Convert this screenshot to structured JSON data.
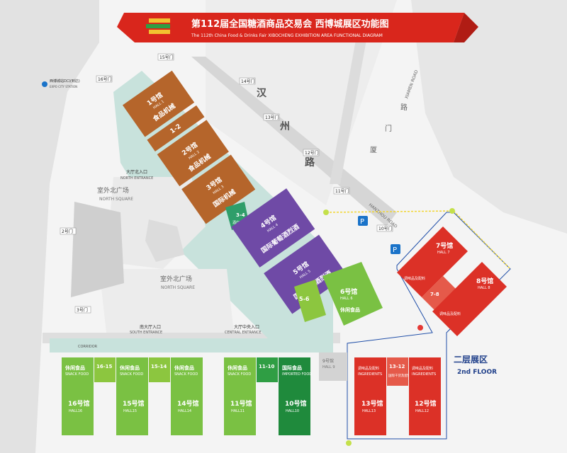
{
  "header": {
    "title_zh": "第112届全国糖酒商品交易会 西博城展区功能图",
    "title_en": "The 112th China Food & Drinks Fair XIBOCHENG EXHIBITION AREA FUNCTIONAL DIAGRAM"
  },
  "colors": {
    "banner": "#d9261c",
    "brown": "#b5652b",
    "purple": "#6f4aa6",
    "green": "#7ac143",
    "dark_green": "#1f8a3c",
    "red": "#dc3127",
    "road": "#d8d8d8",
    "plaza": "#c9e2dc"
  },
  "roads": {
    "hanzhou_zh": [
      "汉",
      "州",
      "路"
    ],
    "hanzhou_en": "HANZHOU ROAD",
    "xiamen_zh": [
      "厦",
      "门",
      "路"
    ],
    "xiamen_en": "XIAMEN ROAD"
  },
  "gates": [
    "15号门",
    "16号门",
    "14号门",
    "13号门",
    "12号门",
    "11号门",
    "10号门",
    "2号门",
    "3号门"
  ],
  "squares": {
    "north_zh": "室外北广场",
    "north_en": "NORTH SQUARE",
    "south_zh": "室外北广场",
    "south_en": "NORTH SQUARE"
  },
  "entrances": {
    "north_zh": "大厅北入口",
    "north_en": "NORTH ENTRANCE",
    "south_zh": "南大厅入口",
    "south_en": "SOUTH ENTRANCE",
    "central_zh": "大厅中央入口",
    "central_en": "CENTRAL ENTRANCE"
  },
  "corridor": "CORRIDOR",
  "station": {
    "name": "西博城站D口(到达)",
    "en": "EXPO CITY STATION"
  },
  "second_floor": {
    "zh": "二层展区",
    "en": "2nd FLOOR"
  },
  "halls": {
    "h1": {
      "zh": "1号馆",
      "en": "HALL 1",
      "cat": "食品机械"
    },
    "h12": {
      "zh": "1-2",
      "cat": "食品机械"
    },
    "h2": {
      "zh": "2号馆",
      "en": "HALL 2"
    },
    "h3": {
      "zh": "3号馆",
      "en": "HALL 3",
      "cat": "国际机械"
    },
    "h34": {
      "zh": "3-4",
      "cat": "酒店用品"
    },
    "h4": {
      "zh": "4号馆",
      "en": "HALL 4",
      "cat": "国际葡萄酒烈酒"
    },
    "h5": {
      "zh": "5号馆",
      "en": "HALL 5",
      "cat": "国际葡萄酒烈酒"
    },
    "h56": {
      "zh": "5-6"
    },
    "h6": {
      "zh": "6号馆",
      "en": "HALL 6",
      "cat": "休闲食品"
    },
    "h7": {
      "zh": "7号馆",
      "en": "HALL 7",
      "cat": "调味品及配料"
    },
    "h78": {
      "zh": "7-8"
    },
    "h8": {
      "zh": "8号馆",
      "en": "HALL 8",
      "cat": "调味品及配料"
    },
    "h9": {
      "zh": "9号馆",
      "en": "HALL 9"
    },
    "h10": {
      "zh": "10号馆",
      "en": "HALL10",
      "cat": "国际食品",
      "cat_en": "IMPORTED FOOD"
    },
    "h1110": {
      "zh": "11-10"
    },
    "h11": {
      "zh": "11号馆",
      "en": "HALL11",
      "cat": "休闲食品",
      "cat_en": "SNACK FOOD"
    },
    "h12b": {
      "zh": "12号馆",
      "en": "HALL12",
      "cat": "调味品及配料",
      "cat_en": "INGREDIENTS"
    },
    "h1312": {
      "zh": "13-12",
      "cat": "国际干货及配料"
    },
    "h13": {
      "zh": "13号馆",
      "en": "HALL13",
      "cat": "调味品及配料",
      "cat_en": "INGREDIENTS"
    },
    "h14": {
      "zh": "14号馆",
      "en": "HALL14",
      "cat": "休闲食品",
      "cat_en": "SNACK FOOD"
    },
    "h1514": {
      "zh": "15-14"
    },
    "h15": {
      "zh": "15号馆",
      "en": "HALL15",
      "cat": "休闲食品",
      "cat_en": "SNACK FOOD"
    },
    "h1615": {
      "zh": "16-15"
    },
    "h16": {
      "zh": "16号馆",
      "en": "HALL16",
      "cat": "休闲食品",
      "cat_en": "SNACK FOOD"
    }
  }
}
